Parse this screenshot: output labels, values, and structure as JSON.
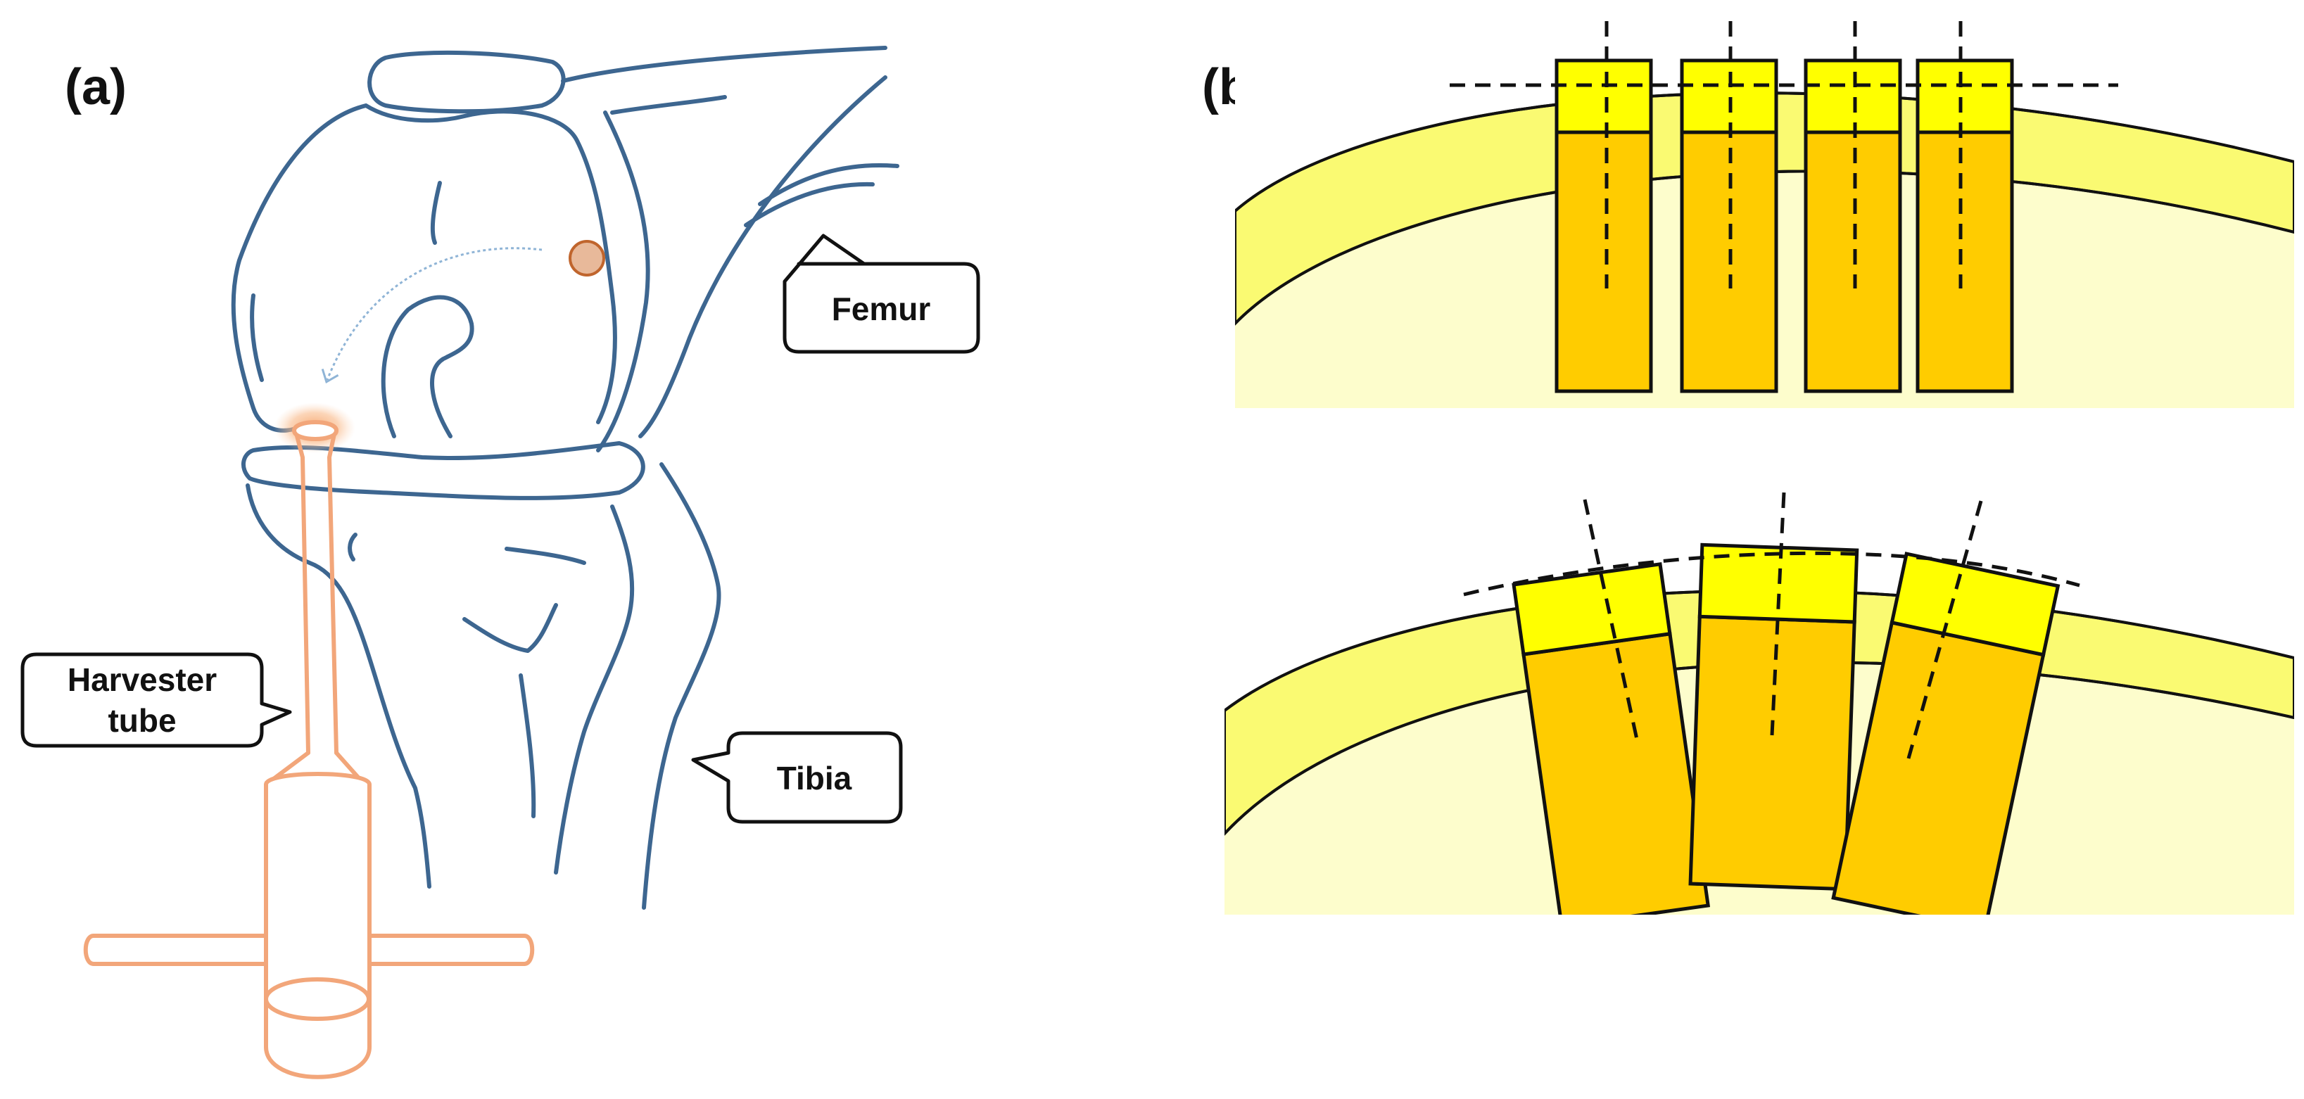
{
  "panels": {
    "a": {
      "label": "(a)"
    },
    "b": {
      "label": "(b)"
    }
  },
  "callouts": {
    "femur": "Femur",
    "tibia": "Tibia",
    "harvester_line1": "Harvester",
    "harvester_line2": "tube"
  },
  "colors": {
    "bone_outline": "#3d6690",
    "harvester_tube": "#f2a67a",
    "donor_site": "#e8b99a",
    "cartilage_layer": "#fafa72",
    "subchondral_bone": "#fdfdcc",
    "plug_cartilage": "#ffff00",
    "plug_bone": "#ffcc00"
  },
  "icons": {
    "harvester": "t-handle-harvester-tube",
    "knee": "knee-joint-outline",
    "plug": "osteochondral-plug"
  }
}
